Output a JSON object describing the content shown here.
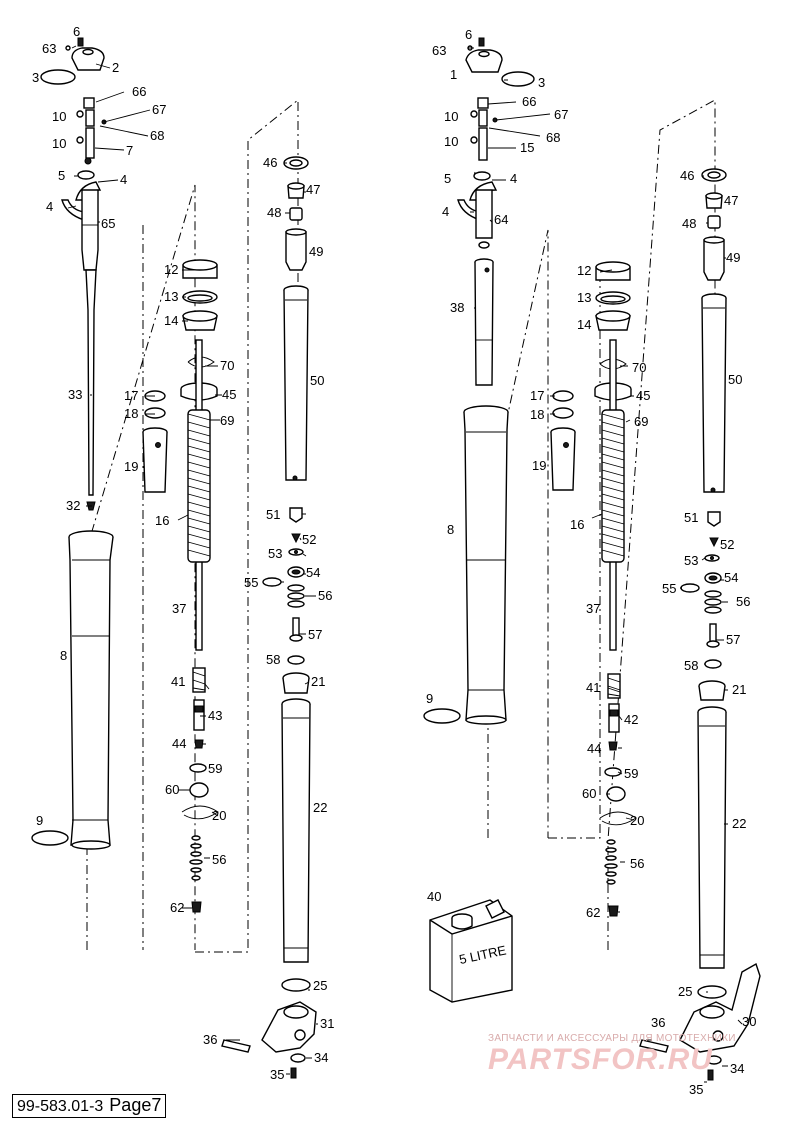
{
  "doc_code": "99-583.01-3",
  "page_label": "Page7",
  "watermark": {
    "line1": "ЗАПЧАСТИ И АКСЕССУАРЫ ДЛЯ МОТОТЕХНИКИ",
    "logo": "PARTSFOR.RU"
  },
  "can_label": "5 LITRE",
  "left_fork": [
    {
      "n": "63"
    },
    {
      "n": "6"
    },
    {
      "n": "2"
    },
    {
      "n": "3"
    },
    {
      "n": "66"
    },
    {
      "n": "10"
    },
    {
      "n": "67"
    },
    {
      "n": "10"
    },
    {
      "n": "68"
    },
    {
      "n": "7"
    },
    {
      "n": "5"
    },
    {
      "n": "4"
    },
    {
      "n": "4"
    },
    {
      "n": "65"
    },
    {
      "n": "33"
    },
    {
      "n": "32"
    },
    {
      "n": "8"
    },
    {
      "n": "9"
    }
  ],
  "left_middle": [
    {
      "n": "12"
    },
    {
      "n": "13"
    },
    {
      "n": "14"
    },
    {
      "n": "70"
    },
    {
      "n": "17"
    },
    {
      "n": "45"
    },
    {
      "n": "18"
    },
    {
      "n": "69"
    },
    {
      "n": "19"
    },
    {
      "n": "16"
    },
    {
      "n": "37"
    },
    {
      "n": "41"
    },
    {
      "n": "43"
    },
    {
      "n": "44"
    },
    {
      "n": "59"
    },
    {
      "n": "60"
    },
    {
      "n": "20"
    },
    {
      "n": "56"
    },
    {
      "n": "62"
    }
  ],
  "left_right": [
    {
      "n": "46"
    },
    {
      "n": "47"
    },
    {
      "n": "48"
    },
    {
      "n": "49"
    },
    {
      "n": "50"
    },
    {
      "n": "51"
    },
    {
      "n": "52"
    },
    {
      "n": "53"
    },
    {
      "n": "54"
    },
    {
      "n": "55"
    },
    {
      "n": "56"
    },
    {
      "n": "57"
    },
    {
      "n": "58"
    },
    {
      "n": "21"
    },
    {
      "n": "22"
    },
    {
      "n": "25"
    },
    {
      "n": "31"
    },
    {
      "n": "36"
    },
    {
      "n": "34"
    },
    {
      "n": "35"
    }
  ],
  "right_fork": [
    {
      "n": "63"
    },
    {
      "n": "6"
    },
    {
      "n": "1"
    },
    {
      "n": "3"
    },
    {
      "n": "10"
    },
    {
      "n": "66"
    },
    {
      "n": "67"
    },
    {
      "n": "10"
    },
    {
      "n": "68"
    },
    {
      "n": "15"
    },
    {
      "n": "5"
    },
    {
      "n": "4"
    },
    {
      "n": "4"
    },
    {
      "n": "64"
    },
    {
      "n": "38"
    },
    {
      "n": "8"
    },
    {
      "n": "9"
    },
    {
      "n": "40"
    }
  ],
  "right_middle": [
    {
      "n": "12"
    },
    {
      "n": "13"
    },
    {
      "n": "14"
    },
    {
      "n": "70"
    },
    {
      "n": "17"
    },
    {
      "n": "45"
    },
    {
      "n": "18"
    },
    {
      "n": "69"
    },
    {
      "n": "19"
    },
    {
      "n": "16"
    },
    {
      "n": "37"
    },
    {
      "n": "41"
    },
    {
      "n": "42"
    },
    {
      "n": "44"
    },
    {
      "n": "59"
    },
    {
      "n": "60"
    },
    {
      "n": "20"
    },
    {
      "n": "56"
    },
    {
      "n": "62"
    }
  ],
  "right_right": [
    {
      "n": "46"
    },
    {
      "n": "47"
    },
    {
      "n": "48"
    },
    {
      "n": "49"
    },
    {
      "n": "50"
    },
    {
      "n": "51"
    },
    {
      "n": "52"
    },
    {
      "n": "53"
    },
    {
      "n": "54"
    },
    {
      "n": "55"
    },
    {
      "n": "56"
    },
    {
      "n": "57"
    },
    {
      "n": "58"
    },
    {
      "n": "21"
    },
    {
      "n": "22"
    },
    {
      "n": "25"
    },
    {
      "n": "30"
    },
    {
      "n": "36"
    },
    {
      "n": "34"
    },
    {
      "n": "35"
    }
  ]
}
